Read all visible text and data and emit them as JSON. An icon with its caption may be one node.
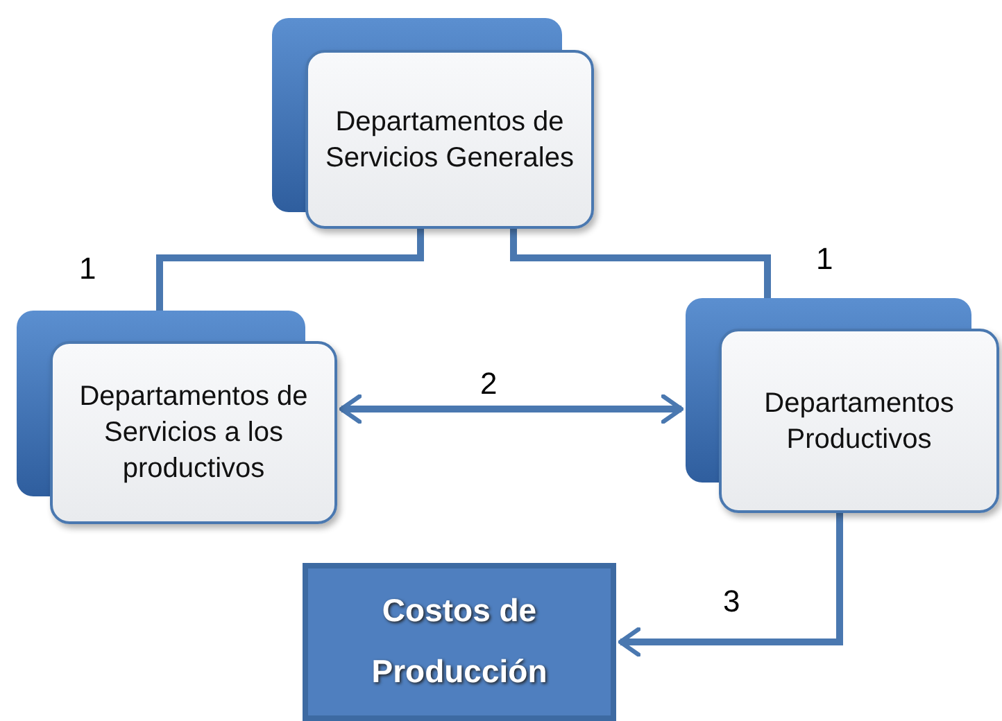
{
  "diagram": {
    "nodes": [
      {
        "text": [
          "Departamentos de Servicios Generales"
        ]
      },
      {
        "text": [
          "Departamentos de Servicios a los productivos"
        ]
      },
      {
        "text": [
          "Departamentos Productivos"
        ]
      },
      {
        "text": [
          "Costos de Producción"
        ]
      }
    ],
    "edges": [
      {
        "from": 0,
        "to": 1,
        "arrow": "none",
        "label": "1"
      },
      {
        "from": 0,
        "to": 2,
        "arrow": "none",
        "label": "1"
      },
      {
        "from": 1,
        "to": 2,
        "arrow": "both",
        "label": "2"
      },
      {
        "from": 2,
        "to": 3,
        "arrow": "to",
        "label": "3"
      }
    ]
  }
}
